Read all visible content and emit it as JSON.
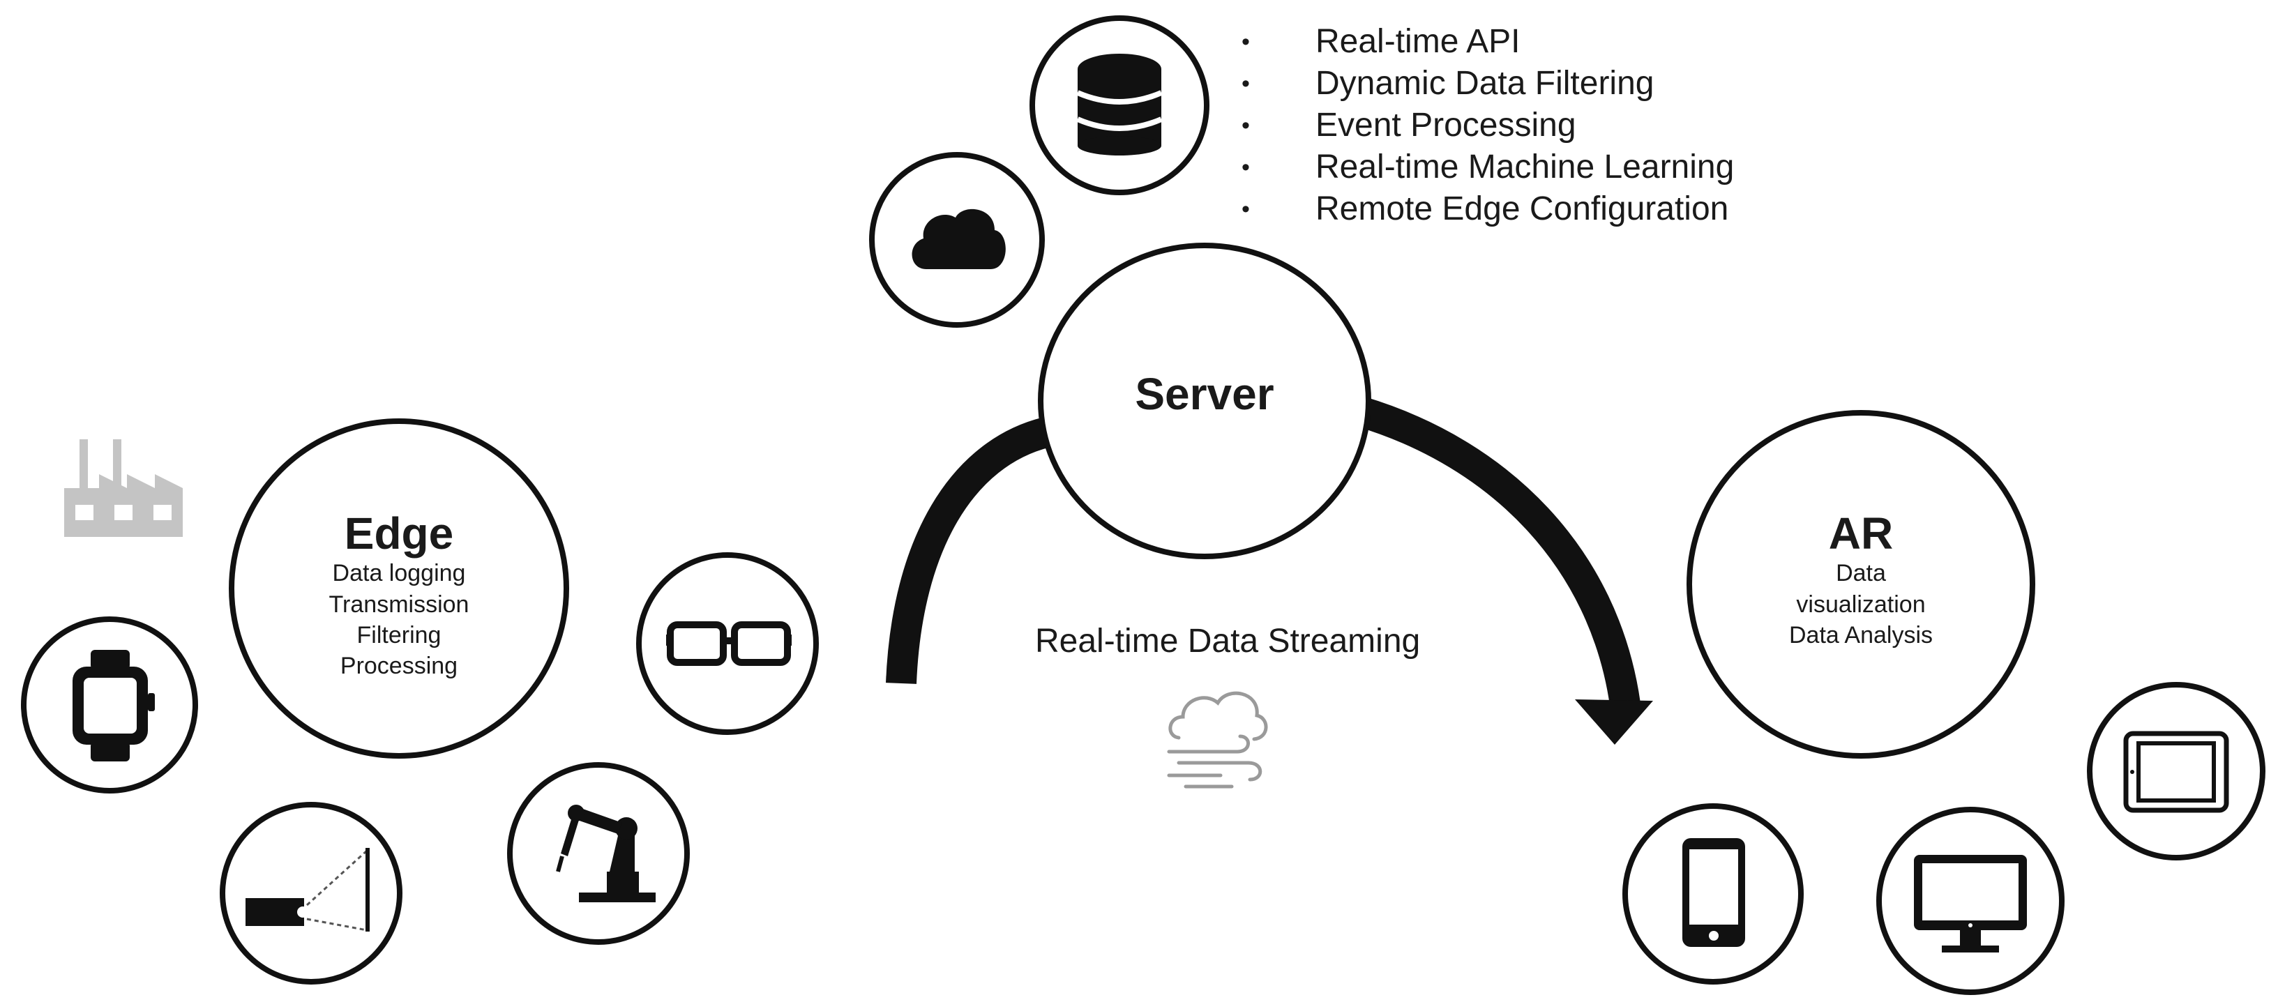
{
  "server": {
    "title": "Server",
    "features": [
      "Real-time API",
      "Dynamic Data Filtering",
      "Event Processing",
      "Real-time Machine Learning",
      "Remote Edge Configuration"
    ],
    "icons": [
      "cloud-icon",
      "database-icon"
    ]
  },
  "edge": {
    "title": "Edge",
    "lines": [
      "Data logging",
      "Transmission",
      "Filtering",
      "Processing"
    ],
    "icons": [
      "factory-icon",
      "smartwatch-icon",
      "projector-icon",
      "robot-arm-icon",
      "smart-glasses-icon"
    ]
  },
  "stream": {
    "caption": "Real-time Data Streaming",
    "icon": "cloud-wind-icon"
  },
  "ar": {
    "title": "AR",
    "lines": [
      "Data",
      "visualization",
      "Data Analysis"
    ],
    "icons": [
      "smartphone-icon",
      "desktop-monitor-icon",
      "tablet-icon"
    ]
  },
  "colors": {
    "stroke": "#111111",
    "muted_icon": "#bdbdbd",
    "background": "#ffffff"
  }
}
